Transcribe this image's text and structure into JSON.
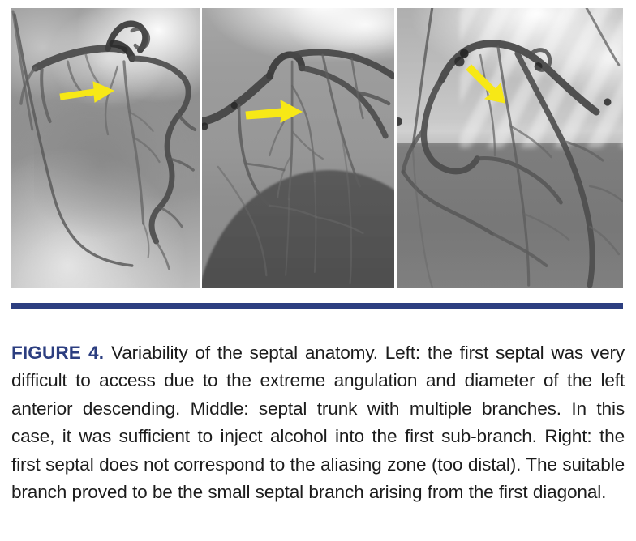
{
  "figure": {
    "label": "FIGURE 4.",
    "caption": "Variability of the septal anatomy. Left: the first septal was very difficult to access due to the extreme angulation and diameter of the left anterior descending. Middle: septal trunk with multiple branches. In this case, it was sufficient to inject alcohol into the first sub-branch. Right: the first septal does not correspond to the aliasing zone (too distal). The suitable branch proved to be the small septal branch arising from the first diagonal.",
    "rule_color": "#2c3e80",
    "label_color": "#2c3e80",
    "caption_color": "#1c1c1c",
    "arrow_color": "#f5e618",
    "modality": "coronary-angiogram",
    "panel_count": 3,
    "panels": [
      {
        "position": "left",
        "name": "left-angiogram-panel",
        "annotation": "first septal with extreme angulation and small diameter",
        "arrow": {
          "name": "arrow-marker-left",
          "direction": "right",
          "color": "#f5e618"
        }
      },
      {
        "position": "middle",
        "name": "middle-angiogram-panel",
        "annotation": "septal trunk with multiple branches",
        "arrow": {
          "name": "arrow-marker-middle",
          "direction": "right",
          "color": "#f5e618"
        }
      },
      {
        "position": "right",
        "name": "right-angiogram-panel",
        "annotation": "small septal branch arising from the first diagonal",
        "arrow": {
          "name": "arrow-marker-right",
          "direction": "down-right",
          "color": "#f5e618"
        }
      }
    ]
  }
}
